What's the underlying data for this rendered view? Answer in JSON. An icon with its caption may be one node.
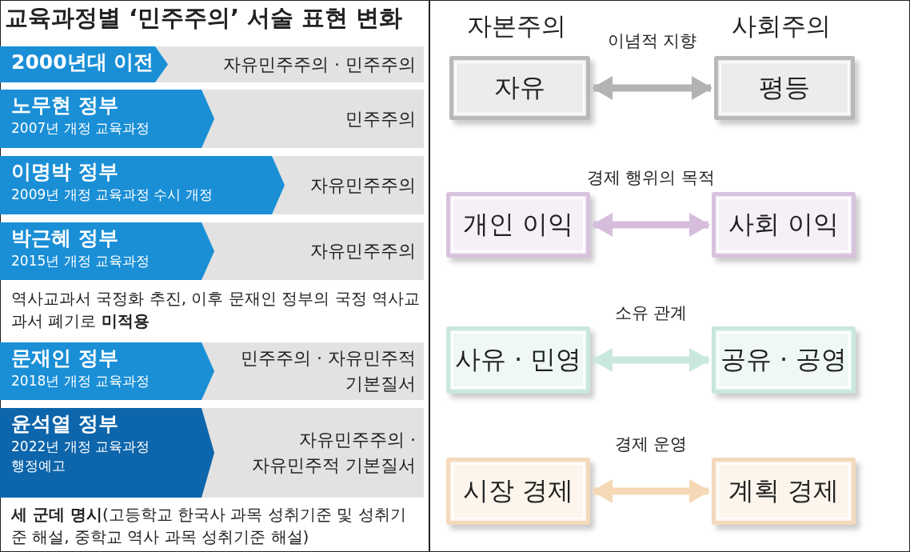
{
  "diagram": {
    "title": "교육과정별 ‘민주주의’ 서술 표현 변화",
    "nodes": [
      {
        "text": [
          "2000년대 이전"
        ]
      },
      {
        "text": [
          "자유민주주의 · 민주주의"
        ]
      },
      {
        "text": [
          "노무현 정부",
          "2007년 개정 교육과정"
        ]
      },
      {
        "text": [
          "민주주의"
        ]
      },
      {
        "text": [
          "이명박 정부",
          "2009년 개정 교육과정 수시 개정"
        ]
      },
      {
        "text": [
          "자유민주주의"
        ]
      },
      {
        "text": [
          "박근혜 정부",
          "2015년 개정 교육과정"
        ]
      },
      {
        "text": [
          "자유민주주의"
        ]
      },
      {
        "text": [
          "문재인 정부",
          "2018년 개정 교육과정"
        ]
      },
      {
        "text": [
          "민주주의 · 자유민주적 기본질서"
        ]
      },
      {
        "text": [
          "윤석열 정부",
          "2022년 개정 교육과정 행정예고"
        ]
      },
      {
        "text": [
          "자유민주주의 · 자유민주적 기본질서"
        ]
      },
      {
        "text": [
          "자유"
        ]
      },
      {
        "text": [
          "평등"
        ]
      },
      {
        "text": [
          "개인 이익"
        ]
      },
      {
        "text": [
          "사회 이익"
        ]
      },
      {
        "text": [
          "사유 · 민영"
        ]
      },
      {
        "text": [
          "공유 · 공영"
        ]
      },
      {
        "text": [
          "시장 경제"
        ]
      },
      {
        "text": [
          "계획 경제"
        ]
      }
    ],
    "edges": [
      {
        "from": 12,
        "to": 13,
        "arrow": "both",
        "label": "이념적 지향",
        "color": "#b3b3b3"
      },
      {
        "from": 14,
        "to": 15,
        "arrow": "both",
        "label": "경제 행위의 목적",
        "color": "#d5bddb"
      },
      {
        "from": 16,
        "to": 17,
        "arrow": "both",
        "label": "소유 관계",
        "color": "#cbe8dc"
      },
      {
        "from": 18,
        "to": 19,
        "arrow": "both",
        "label": "경제 운영",
        "color": "#f5d8b6"
      }
    ],
    "labels": [
      "역사교과서 국정화 추진, 이후 문재인 정부의 국정 역사교과서 폐기로 **미적용**",
      "**세 군데 명시**(고등학교 한국사 과목 성취기준 및 성취기준 해설, 중학교 역사 과목 성취기준 해설)",
      "자본주의",
      "사회주의"
    ]
  }
}
